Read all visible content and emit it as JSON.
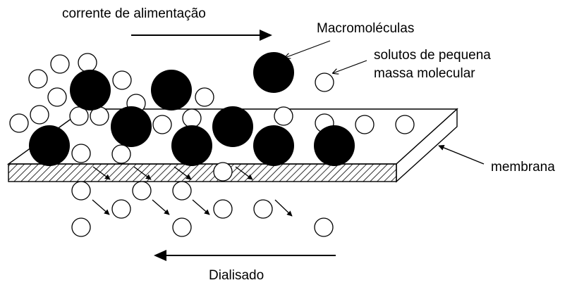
{
  "labels": {
    "feed": "corrente de alimentação",
    "macro": "Macromoléculas",
    "small_line1": "solutos de pequena",
    "small_line2": "massa molecular",
    "membrane": "membrana",
    "dialysate": "Dialisado"
  },
  "colors": {
    "macromolecule": "#000000",
    "small_solute": "#ffffff",
    "membrane_top": "#ffffff",
    "membrane_hatch": "#000000"
  }
}
